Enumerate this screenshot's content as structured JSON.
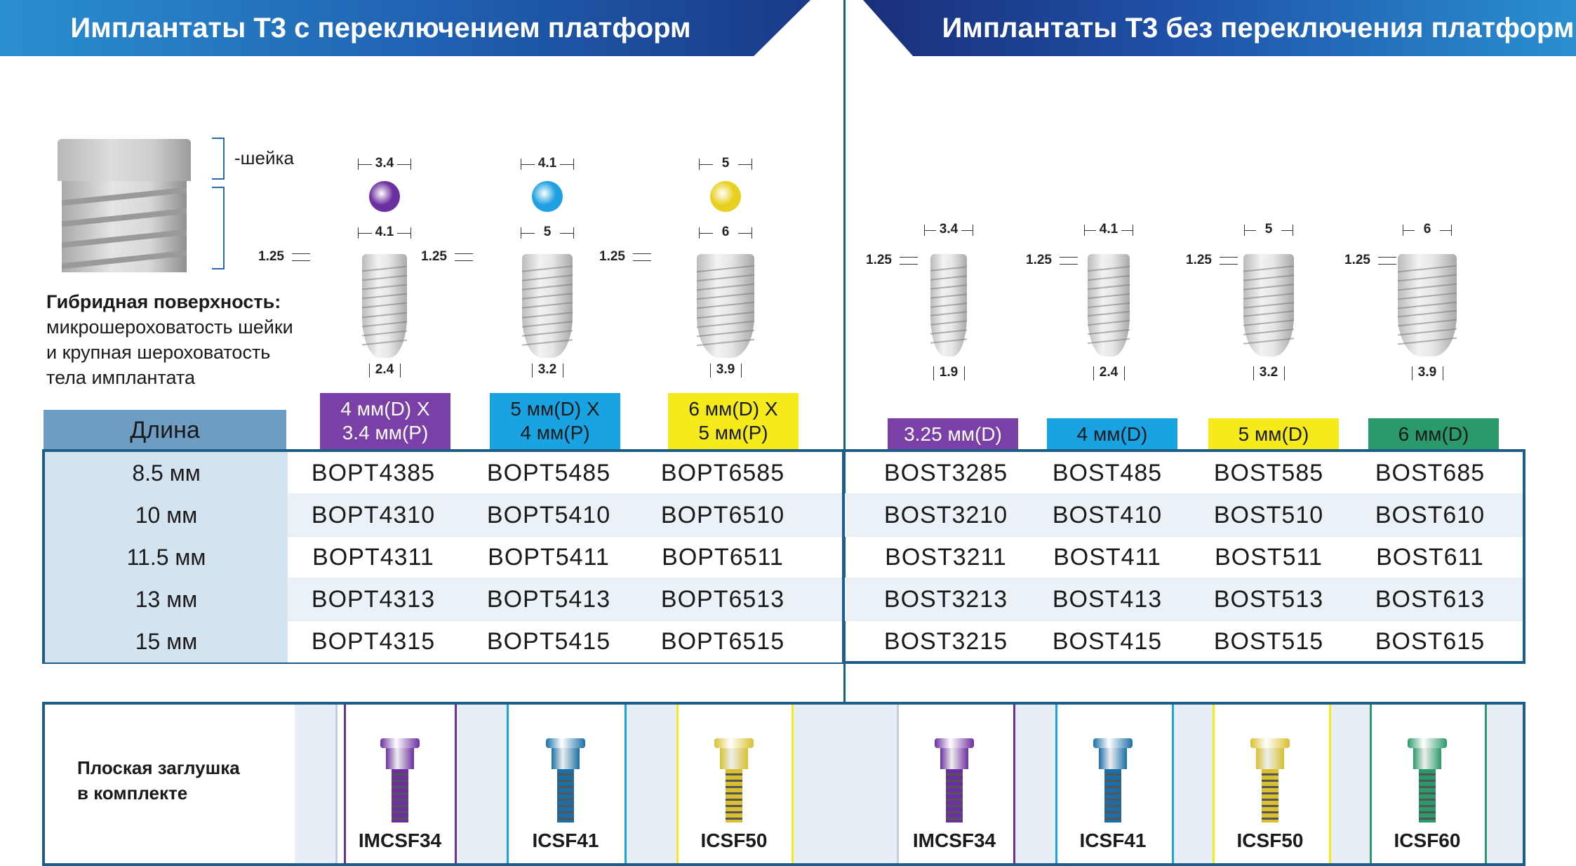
{
  "banners": {
    "left": "Имплантаты T3 с переключением платформ",
    "right": "Имплантаты T3 без переключения платформ"
  },
  "neck_label": "-шейка",
  "surface": {
    "title": "Гибридная поверхность:",
    "line1": "микрошероховатость шейки",
    "line2": "и крупная шероховатость",
    "line3": "тела имплантата"
  },
  "left_implants": [
    {
      "cap_dim": "3.4",
      "top_dim": "4.1",
      "collar": "1.25",
      "apex": "2.4",
      "color": "#6b2fa0"
    },
    {
      "cap_dim": "4.1",
      "top_dim": "5",
      "collar": "1.25",
      "apex": "3.2",
      "color": "#1fa0e0"
    },
    {
      "cap_dim": "5",
      "top_dim": "6",
      "collar": "1.25",
      "apex": "3.9",
      "color": "#e8d020"
    }
  ],
  "right_implants": [
    {
      "top_dim": "3.4",
      "collar": "1.25",
      "apex": "1.9"
    },
    {
      "top_dim": "4.1",
      "collar": "1.25",
      "apex": "2.4"
    },
    {
      "top_dim": "5",
      "collar": "1.25",
      "apex": "3.2"
    },
    {
      "top_dim": "6",
      "collar": "1.25",
      "apex": "3.9"
    }
  ],
  "length_header": "Длина",
  "left_headers": [
    {
      "line1": "4 мм(D) X",
      "line2": "3.4 мм(P)",
      "color": "#7b3fa8"
    },
    {
      "line1": "5 мм(D) X",
      "line2": "4 мм(P)",
      "color": "#19a3e2"
    },
    {
      "line1": "6 мм(D) X",
      "line2": "5 мм(P)",
      "color": "#f4ea1c"
    }
  ],
  "right_headers": [
    {
      "label": "3.25 мм(D)",
      "color": "#7b3fa8"
    },
    {
      "label": "4 мм(D)",
      "color": "#19a3e2"
    },
    {
      "label": "5 мм(D)",
      "color": "#f4ea1c"
    },
    {
      "label": "6 мм(D)",
      "color": "#2a9a6a"
    }
  ],
  "lengths": [
    "8.5 мм",
    "10 мм",
    "11.5 мм",
    "13 мм",
    "15 мм"
  ],
  "left_codes": [
    [
      "BOPT4385",
      "BOPT5485",
      "BOPT6585"
    ],
    [
      "BOPT4310",
      "BOPT5410",
      "BOPT6510"
    ],
    [
      "BOPT4311",
      "BOPT5411",
      "BOPT6511"
    ],
    [
      "BOPT4313",
      "BOPT5413",
      "BOPT6513"
    ],
    [
      "BOPT4315",
      "BOPT5415",
      "BOPT6515"
    ]
  ],
  "right_codes": [
    [
      "BOST3285",
      "BOST485",
      "BOST585",
      "BOST685"
    ],
    [
      "BOST3210",
      "BOST410",
      "BOST510",
      "BOST610"
    ],
    [
      "BOST3211",
      "BOST411",
      "BOST511",
      "BOST611"
    ],
    [
      "BOST3213",
      "BOST413",
      "BOST513",
      "BOST613"
    ],
    [
      "BOST3215",
      "BOST415",
      "BOST515",
      "BOST615"
    ]
  ],
  "cover_screw": {
    "line1": "Плоская заглушка",
    "line2": "в комплекте",
    "left": [
      {
        "code": "IMCSF34",
        "color": "#6b2fa0"
      },
      {
        "code": "ICSF41",
        "color": "#1a6fa8"
      },
      {
        "code": "ICSF50",
        "color": "#d8c030"
      }
    ],
    "right": [
      {
        "code": "IMCSF34",
        "color": "#6b2fa0"
      },
      {
        "code": "ICSF41",
        "color": "#1a6fa8"
      },
      {
        "code": "ICSF50",
        "color": "#d8c030"
      },
      {
        "code": "ICSF60",
        "color": "#2a9a6a"
      }
    ]
  }
}
